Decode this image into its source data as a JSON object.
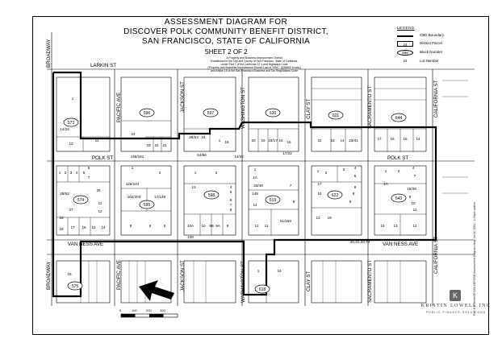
{
  "title": {
    "line1": "ASSESSMENT DIAGRAM FOR",
    "line2": "DISCOVER POLK COMMUNITY BENEFIT DISTRICT,",
    "line3": "SAN FRANCISCO, STATE OF CALIFORNIA",
    "sheet": "SHEET 2 OF 2"
  },
  "subtitle_lines": [
    "A Property and Business Improvement District",
    "Established in the City and County of San Francisco, State of California,",
    "Under Part 7 of the California ST s and Highways Code",
    "(\"Property and Business Improvement District Law of 1994,\" §§36600 et seq.)",
    "and Article 15 of the San Francisco Business and Tax Regulations Code"
  ],
  "legend": {
    "title": "LEGEND",
    "items": [
      {
        "symbol": "line",
        "label": "CBD Boundary"
      },
      {
        "symbol": "box",
        "value": "24",
        "label": "District Parcel"
      },
      {
        "symbol": "oval",
        "value": "598",
        "label": "Block Number"
      },
      {
        "symbol": "text",
        "value": "24",
        "label": "Lot Number"
      }
    ]
  },
  "streets": {
    "broadway_top": "BROADWAY",
    "larkin": "LARKIN ST",
    "pacific_top": "PACIFIC AVE",
    "jackson_top": "JACKSON ST",
    "washington_top": "WASHINGTON ST",
    "clay_top": "CLAY ST",
    "sacramento_top": "SACRAMENTO ST",
    "california_top": "CALIFORNIA ST",
    "polk_left": "POLK ST",
    "polk_right": "POLK ST",
    "van_ness_left": "VAN NESS AVE",
    "van_ness_right": "VAN NESS AVE",
    "broadway_bottom": "BROADWAY",
    "pacific_bottom": "PACIFIC AVE",
    "jackson_bottom": "JACKSON ST",
    "washington_bottom": "WASHINGTON ST",
    "clay_bottom": "CLAY ST",
    "sacramento_bottom": "SACRAMENTO ST",
    "california_bottom": "CALIFORNIA ST"
  },
  "blocks": [
    {
      "id": "b573",
      "number": "573"
    },
    {
      "id": "b596",
      "number": "596"
    },
    {
      "id": "b597",
      "number": "597"
    },
    {
      "id": "b620",
      "number": "620"
    },
    {
      "id": "b621",
      "number": "621"
    },
    {
      "id": "b644",
      "number": "644"
    },
    {
      "id": "b574",
      "number": "574"
    },
    {
      "id": "b595",
      "number": "595"
    },
    {
      "id": "b598",
      "number": "598"
    },
    {
      "id": "b619",
      "number": "619"
    },
    {
      "id": "b622",
      "number": "622"
    },
    {
      "id": "b643",
      "number": "643"
    },
    {
      "id": "b575",
      "number": "575"
    },
    {
      "id": "b618",
      "number": "618"
    }
  ],
  "lots": [
    {
      "id": "l1",
      "text": "1"
    },
    {
      "id": "l2",
      "text": "14/34"
    },
    {
      "id": "l3",
      "text": "12"
    },
    {
      "id": "l4",
      "text": "11"
    },
    {
      "id": "l5",
      "text": "24"
    },
    {
      "id": "l6",
      "text": "23"
    },
    {
      "id": "l7",
      "text": "22"
    },
    {
      "id": "l8",
      "text": "21"
    },
    {
      "id": "l9",
      "text": "24"
    },
    {
      "id": "l10",
      "text": "28/53"
    },
    {
      "id": "l11",
      "text": "1"
    },
    {
      "id": "l12",
      "text": "15"
    },
    {
      "id": "l13",
      "text": "54/86"
    },
    {
      "id": "l14",
      "text": "20"
    },
    {
      "id": "l15",
      "text": "19"
    },
    {
      "id": "l16",
      "text": "18/17"
    },
    {
      "id": "l17",
      "text": "16"
    },
    {
      "id": "l18",
      "text": "15"
    },
    {
      "id": "l19",
      "text": "22"
    },
    {
      "id": "l20",
      "text": "15"
    },
    {
      "id": "l21",
      "text": "14"
    },
    {
      "id": "l22",
      "text": "23/41"
    },
    {
      "id": "l23",
      "text": "17"
    },
    {
      "id": "l24",
      "text": "16"
    },
    {
      "id": "l25",
      "text": "15"
    },
    {
      "id": "l26",
      "text": "14"
    },
    {
      "id": "l27",
      "text": "145/181"
    },
    {
      "id": "l28",
      "text": "14/32"
    },
    {
      "id": "l29",
      "text": "17/32"
    },
    {
      "id": "l30",
      "text": "1"
    },
    {
      "id": "l31",
      "text": "2"
    },
    {
      "id": "l32",
      "text": "3"
    },
    {
      "id": "l33",
      "text": "4"
    },
    {
      "id": "l34",
      "text": "5"
    },
    {
      "id": "l35",
      "text": "6"
    },
    {
      "id": "l36",
      "text": "7"
    },
    {
      "id": "l37",
      "text": "26"
    },
    {
      "id": "l38",
      "text": "28/52"
    },
    {
      "id": "l39",
      "text": "11"
    },
    {
      "id": "l40",
      "text": "27"
    },
    {
      "id": "l41",
      "text": "12"
    },
    {
      "id": "l42",
      "text": "19"
    },
    {
      "id": "l43",
      "text": "18"
    },
    {
      "id": "l44",
      "text": "17"
    },
    {
      "id": "l45",
      "text": "16"
    },
    {
      "id": "l46",
      "text": "15"
    },
    {
      "id": "l47",
      "text": "14"
    },
    {
      "id": "l48",
      "text": "1"
    },
    {
      "id": "l49",
      "text": "2"
    },
    {
      "id": "l50",
      "text": "128/144"
    },
    {
      "id": "l51",
      "text": "162/203"
    },
    {
      "id": "l52",
      "text": "17/128"
    },
    {
      "id": "l53",
      "text": "8"
    },
    {
      "id": "l54",
      "text": "6"
    },
    {
      "id": "l55",
      "text": "5"
    },
    {
      "id": "l56",
      "text": "1"
    },
    {
      "id": "l57",
      "text": "2"
    },
    {
      "id": "l58",
      "text": "13"
    },
    {
      "id": "l59",
      "text": "4"
    },
    {
      "id": "l60",
      "text": "5"
    },
    {
      "id": "l61",
      "text": "6"
    },
    {
      "id": "l62",
      "text": "7"
    },
    {
      "id": "l63",
      "text": "8"
    },
    {
      "id": "l64",
      "text": "10A"
    },
    {
      "id": "l65",
      "text": "10"
    },
    {
      "id": "l66",
      "text": "9B"
    },
    {
      "id": "l67",
      "text": "9A"
    },
    {
      "id": "l68",
      "text": "9"
    },
    {
      "id": "l69",
      "text": "108"
    },
    {
      "id": "l70",
      "text": "1"
    },
    {
      "id": "l71",
      "text": "1A"
    },
    {
      "id": "l72",
      "text": "33/48"
    },
    {
      "id": "l73",
      "text": "7"
    },
    {
      "id": "l74",
      "text": "148"
    },
    {
      "id": "l75",
      "text": "14"
    },
    {
      "id": "l76",
      "text": "8"
    },
    {
      "id": "l77",
      "text": "12"
    },
    {
      "id": "l78",
      "text": "11"
    },
    {
      "id": "l79",
      "text": "51/150"
    },
    {
      "id": "l80",
      "text": "1"
    },
    {
      "id": "l81",
      "text": "2"
    },
    {
      "id": "l82",
      "text": "3"
    },
    {
      "id": "l83",
      "text": "4"
    },
    {
      "id": "l84",
      "text": "5"
    },
    {
      "id": "l85",
      "text": "17"
    },
    {
      "id": "l86",
      "text": "6"
    },
    {
      "id": "l87",
      "text": "16"
    },
    {
      "id": "l88",
      "text": "8"
    },
    {
      "id": "l89",
      "text": "9"
    },
    {
      "id": "l90",
      "text": "13"
    },
    {
      "id": "l91",
      "text": "19"
    },
    {
      "id": "l92",
      "text": "20,21,33,73"
    },
    {
      "id": "l93",
      "text": "1"
    },
    {
      "id": "l94",
      "text": "2"
    },
    {
      "id": "l95",
      "text": "4"
    },
    {
      "id": "l96",
      "text": "7"
    },
    {
      "id": "l97",
      "text": "1A"
    },
    {
      "id": "l98",
      "text": "16/39"
    },
    {
      "id": "l99",
      "text": "9"
    },
    {
      "id": "l100",
      "text": "10"
    },
    {
      "id": "l101",
      "text": "11"
    },
    {
      "id": "l102",
      "text": "15"
    },
    {
      "id": "l103",
      "text": "13"
    },
    {
      "id": "l104",
      "text": "12"
    },
    {
      "id": "l105",
      "text": "15"
    },
    {
      "id": "l106",
      "text": "1"
    },
    {
      "id": "l107",
      "text": "19"
    }
  ],
  "scale": {
    "labels": [
      "0",
      "100",
      "200",
      "300"
    ]
  },
  "firm": {
    "logo": "K",
    "name": "KRISTIN LOWELL INC",
    "tagline": "PUBLIC FINANCE SOLUTIONS"
  },
  "file_reference": "File: K:\\Clients\\SF\\2014\\DPCBD\\Assessment Diagram.dwg    Jul 02, 2014 - 1:19pm    author",
  "colors": {
    "ink": "#000000",
    "paper": "#ffffff",
    "logo": "#666666"
  }
}
